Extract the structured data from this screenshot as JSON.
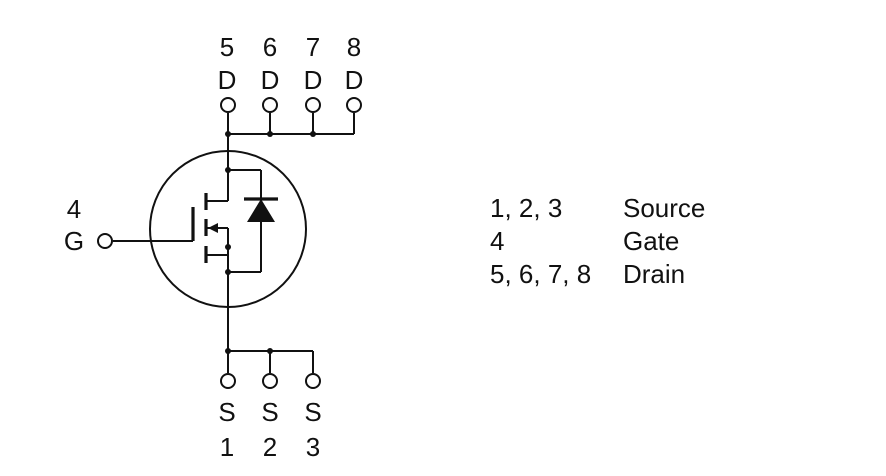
{
  "drain_pins": [
    {
      "number": "5",
      "label": "D"
    },
    {
      "number": "6",
      "label": "D"
    },
    {
      "number": "7",
      "label": "D"
    },
    {
      "number": "8",
      "label": "D"
    }
  ],
  "gate_pin": {
    "number": "4",
    "label": "G"
  },
  "source_pins": [
    {
      "number": "1",
      "label": "S"
    },
    {
      "number": "2",
      "label": "S"
    },
    {
      "number": "3",
      "label": "S"
    }
  ],
  "pin_table": [
    {
      "pins": "1, 2, 3",
      "function": "Source"
    },
    {
      "pins": "4",
      "function": "Gate"
    },
    {
      "pins": "5, 6, 7, 8",
      "function": "Drain"
    }
  ],
  "colors": {
    "line": "#111111",
    "background": "#ffffff"
  }
}
